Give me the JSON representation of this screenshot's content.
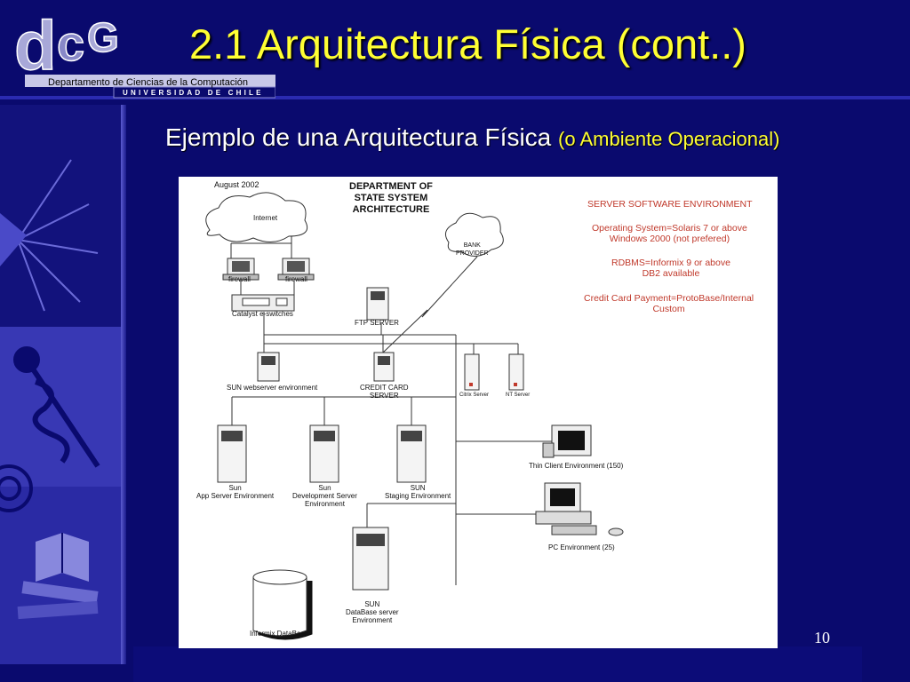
{
  "header": {
    "title": "2.1 Arquitectura Física (cont..)",
    "department": "Departamento de Ciencias de la Computación",
    "university": "UNIVERSIDAD DE CHILE"
  },
  "subtitle": {
    "main": "Ejemplo de una Arquitectura Física",
    "paren": "(o Ambiente Operacional)"
  },
  "diagram": {
    "date": "August 2002",
    "heading": [
      "DEPARTMENT OF",
      "STATE SYSTEM",
      "ARCHITECTURE"
    ],
    "internet": "Internet",
    "bank": [
      "BANK",
      "PROVIDER"
    ],
    "firewall1": "firewall",
    "firewall2": "firewall",
    "catalyst": "Catalyst e-switches",
    "ftp": "FTP SERVER",
    "sun_web": "SUN webserver environment",
    "credit": [
      "CREDIT CARD",
      "SERVER"
    ],
    "citrix": "Citrix Server",
    "nt": "NT Server",
    "app": [
      "Sun",
      "App Server Environment"
    ],
    "dev": [
      "Sun",
      "Development Server",
      "Environment"
    ],
    "staging": [
      "SUN",
      "Staging Environment"
    ],
    "thin": "Thin Client Environment (150)",
    "pc": "PC Environment (25)",
    "db": [
      "SUN",
      "DataBase server",
      "Environment"
    ],
    "informix": "Informix DataBase",
    "env": {
      "title": "SERVER SOFTWARE ENVIRONMENT",
      "os": [
        "Operating System=Solaris 7 or above",
        "Windows 2000 (not prefered)"
      ],
      "rdbms": [
        "RDBMS=Informix 9 or above",
        "DB2 available"
      ],
      "cc": [
        "Credit Card Payment=ProtoBase/Internal",
        "Custom"
      ]
    }
  },
  "page_number": "10",
  "colors": {
    "background": "#0a0a6e",
    "title": "#ffff33",
    "env_text": "#c0392b"
  }
}
